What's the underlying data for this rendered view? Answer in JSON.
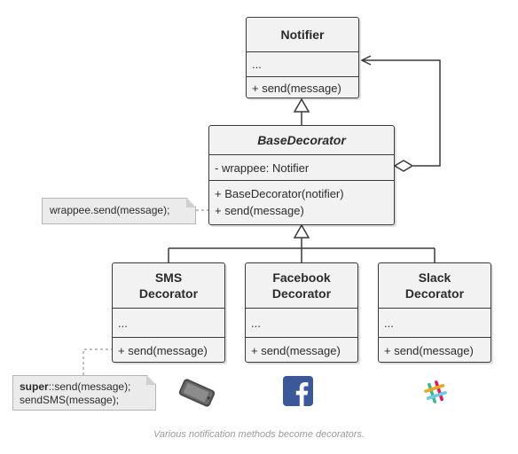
{
  "notifier": {
    "title": "Notifier",
    "fields": "...",
    "method": "+ send(message)"
  },
  "base_decorator": {
    "title": "BaseDecorator",
    "field": "- wrappee: Notifier",
    "methods": [
      "+ BaseDecorator(notifier)",
      "+ send(message)"
    ]
  },
  "note_base": {
    "text": "wrappee.send(message);"
  },
  "sms": {
    "title_lines": [
      "SMS",
      "Decorator"
    ],
    "fields": "...",
    "method": "+ send(message)"
  },
  "facebook": {
    "title_lines": [
      "Facebook",
      "Decorator"
    ],
    "fields": "...",
    "method": "+ send(message)"
  },
  "slack": {
    "title_lines": [
      "Slack",
      "Decorator"
    ],
    "fields": "...",
    "method": "+ send(message)"
  },
  "note_sms": {
    "keyword": "super",
    "line1_rest": "::send(message);",
    "line2": "sendSMS(message);"
  },
  "icons": [
    "phone-icon",
    "facebook-icon",
    "slack-icon"
  ],
  "colors": {
    "facebook": "#3b5998",
    "box_fill": "#f2f2f2",
    "border": "#3a3a3a"
  },
  "caption": "Various notification methods become decorators."
}
